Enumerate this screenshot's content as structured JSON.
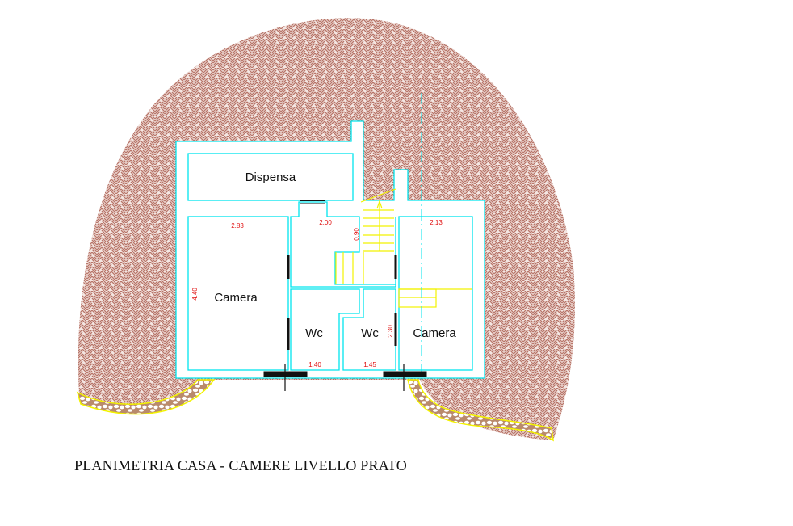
{
  "plan": {
    "rooms": {
      "dispensa": "Dispensa",
      "camera_left": "Camera",
      "wc_1": "Wc",
      "wc_2": "Wc",
      "camera_right": "Camera"
    },
    "dimensions": {
      "camera_left_width": "2.83",
      "camera_left_depth": "4.40",
      "hall_width": "2.00",
      "stair_width": "0.90",
      "camera_right_width": "2.13",
      "wc_2_depth": "2.30",
      "wc_1_width": "1.40",
      "wc_2_width": "1.45"
    },
    "colors": {
      "wall": "#00e5ee",
      "stairs": "#f2f200",
      "paving": "#b8766a",
      "dimension": "#e01010"
    }
  },
  "caption": "PLANIMETRIA CASA - CAMERE LIVELLO PRATO"
}
